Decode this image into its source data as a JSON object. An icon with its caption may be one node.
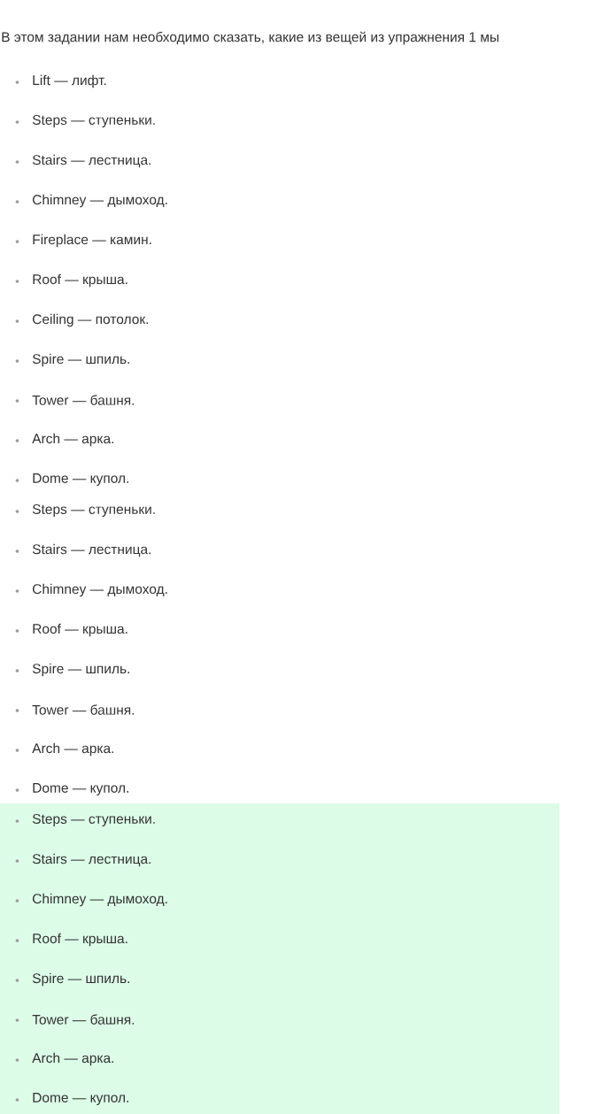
{
  "diagram": {
    "labels": [
      "В этом задании нам необходимо сказать, какие из вещей из упражнения 1 мы",
      "Lift — лифт.",
      "Steps — ступеньки.",
      "Stairs — лестница.",
      "Chimney — дымоход.",
      "Fireplace — камин.",
      "Roof — крыша.",
      "Ceiling — потолок.",
      "Spire — шпиль.",
      "Tower — башня.",
      "Arch — арка.",
      "Dome — купол.",
      "Steps — ступеньки.",
      "Stairs — лестница.",
      "Chimney — дымоход.",
      "Roof — крыша.",
      "Spire — шпиль.",
      "Tower — башня.",
      "Arch — арка.",
      "Dome — купол.",
      "Steps — ступеньки.",
      "Stairs — лестница.",
      "Chimney — дымоход.",
      "Roof — крыша.",
      "Spire — шпиль.",
      "Tower — башня.",
      "Arch — арка.",
      "Dome — купол."
    ]
  }
}
